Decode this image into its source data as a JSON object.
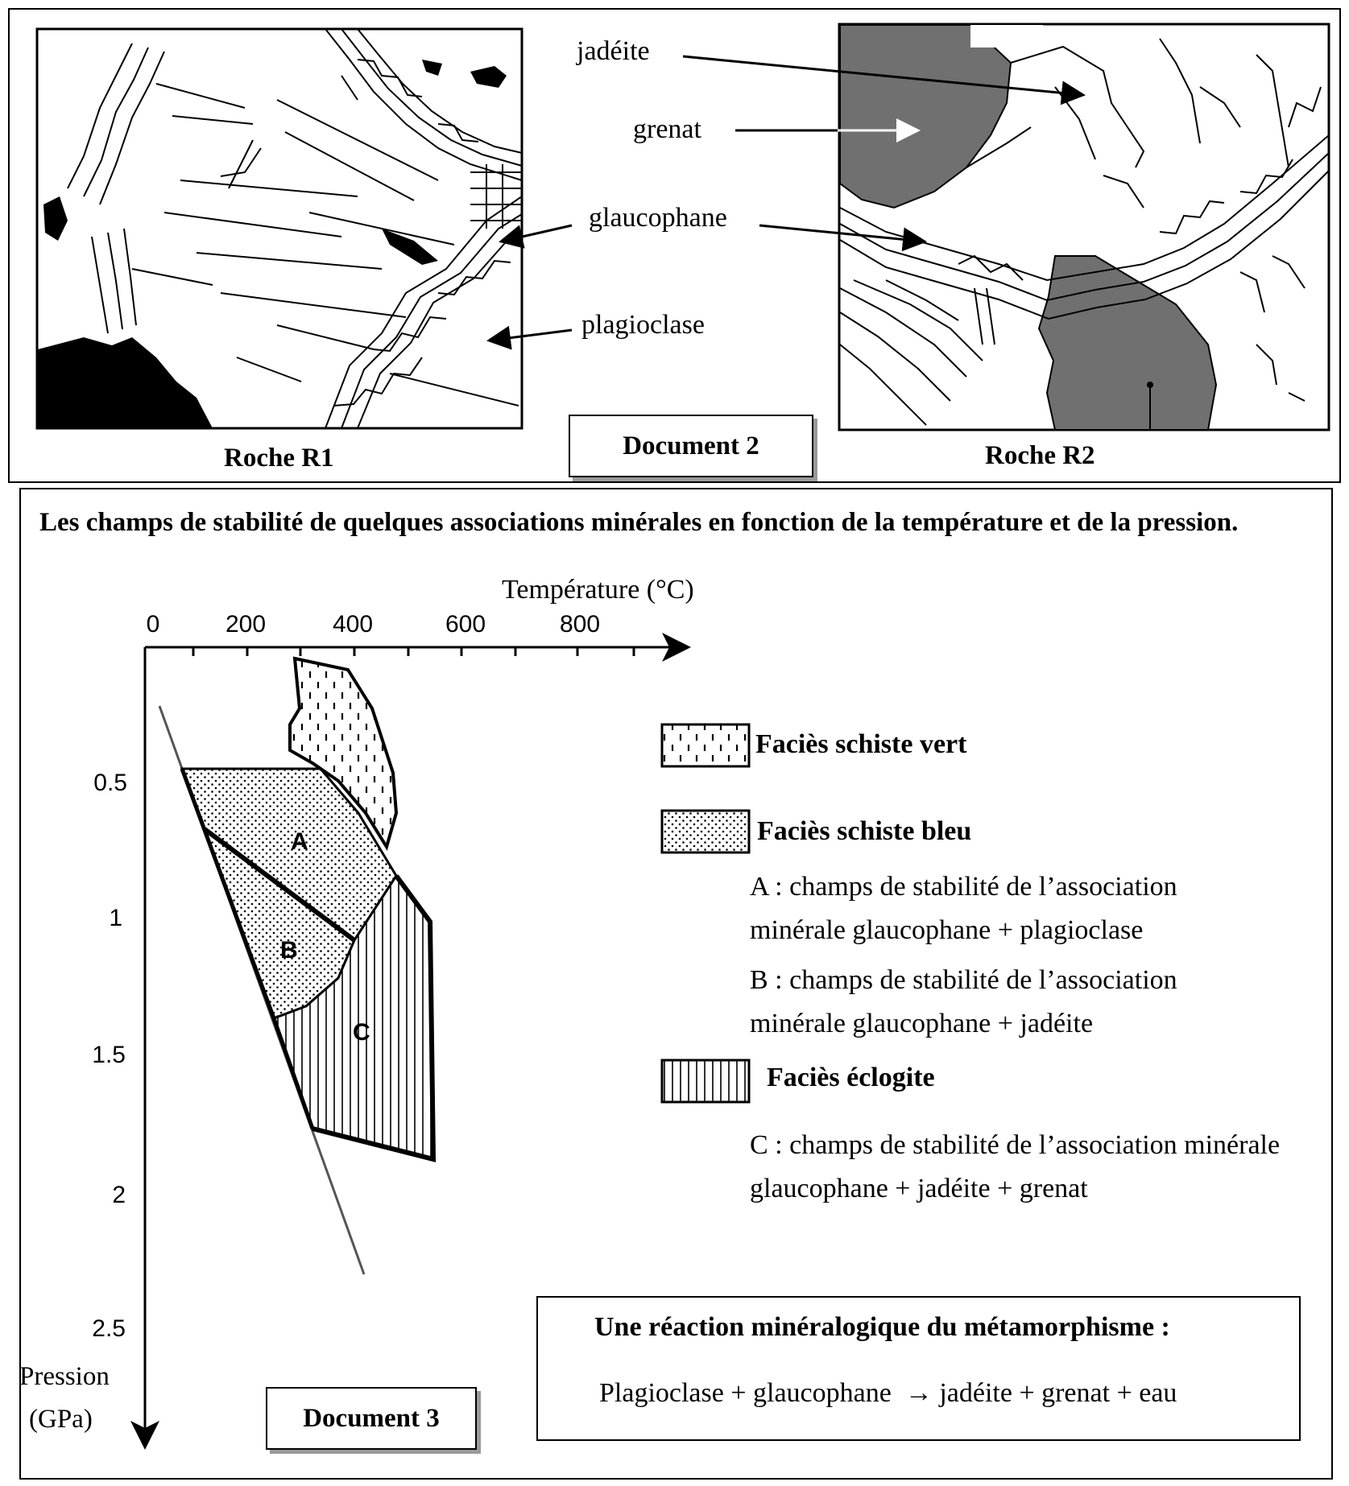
{
  "document2": {
    "title": "Document 2",
    "rock1_label": "Roche R1",
    "rock2_label": "Roche R2",
    "minerals": {
      "jadeite": "jadéite",
      "grenat": "grenat",
      "glaucophane": "glaucophane",
      "plagioclase": "plagioclase"
    }
  },
  "document3": {
    "title": "Document 3",
    "heading": "Les champs de stabilité de quelques associations minérales en fonction de la température et de la pression.",
    "legend": {
      "schiste_vert": "Faciès schiste vert",
      "schiste_bleu": "Faciès schiste bleu",
      "desc_A": "A : champs de stabilité de l’association minérale glaucophane + plagioclase",
      "desc_B": "B : champs de stabilité de l’association minérale glaucophane + jadéite",
      "eclogite": "Faciès éclogite",
      "desc_C": "C : champs de stabilité de l’association minérale glaucophane + jadéite + grenat"
    },
    "reaction": {
      "title": "Une réaction minéralogique du métamorphisme :",
      "equation": "Plagioclase + glaucophane  → jadéite + grenat + eau"
    },
    "region_labels": {
      "A": "A",
      "B": "B",
      "C": "C"
    },
    "axes": {
      "x_label": "Température (°C)",
      "y_label_line1": "Pression",
      "y_label_line2": "(GPa)",
      "x_ticks": [
        "0",
        "200",
        "400",
        "600",
        "800"
      ],
      "y_ticks": [
        "0.5",
        "1",
        "1.5",
        "2",
        "2.5"
      ]
    },
    "chart_data": {
      "type": "diagram",
      "x_axis": {
        "label": "Température (°C)",
        "ticks": [
          0,
          200,
          400,
          600,
          800
        ],
        "range": [
          0,
          1000
        ]
      },
      "y_axis": {
        "label": "Pression (GPa)",
        "ticks": [
          0.5,
          1,
          1.5,
          2,
          2.5
        ],
        "range": [
          0,
          2.9
        ],
        "inverted": true
      },
      "fields": [
        {
          "name": "Faciès schiste vert",
          "polygon": [
            [
              285,
              0.05
            ],
            [
              380,
              0.1
            ],
            [
              455,
              0.55
            ],
            [
              445,
              0.75
            ],
            [
              320,
              0.45
            ],
            [
              270,
              0.35
            ]
          ]
        },
        {
          "name": "A",
          "polygon": [
            [
              75,
              0.45
            ],
            [
              330,
              0.45
            ],
            [
              470,
              0.85
            ],
            [
              400,
              1.08
            ],
            [
              110,
              0.65
            ]
          ]
        },
        {
          "name": "B",
          "polygon": [
            [
              110,
              0.65
            ],
            [
              400,
              1.08
            ],
            [
              350,
              1.3
            ],
            [
              240,
              1.38
            ]
          ]
        },
        {
          "name": "C",
          "polygon": [
            [
              240,
              1.38
            ],
            [
              350,
              1.3
            ],
            [
              400,
              1.08
            ],
            [
              470,
              0.85
            ],
            [
              535,
              1.02
            ],
            [
              545,
              1.9
            ],
            [
              320,
              1.78
            ]
          ]
        }
      ],
      "geotherm_line": [
        [
          30,
          0.2
        ],
        [
          400,
          2.3
        ]
      ]
    }
  }
}
